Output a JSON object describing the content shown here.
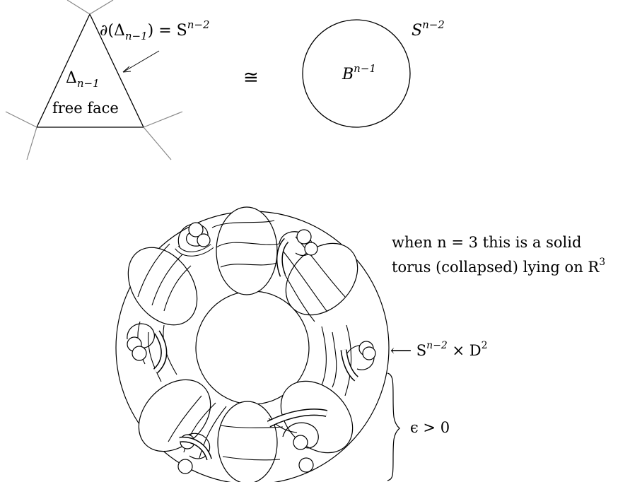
{
  "top": {
    "boundary_lhs": "∂(Δ",
    "boundary_lhs_sub": "n−1",
    "boundary_mid": ") = S",
    "boundary_sup": "n−2",
    "simplex_label": "Δ",
    "simplex_sub": "n−1",
    "free_face": "free face",
    "homeo_symbol": "≅",
    "ball_label": "B",
    "ball_sup": "n−1",
    "sphere_label": "S",
    "sphere_sup": "n−2"
  },
  "bottom": {
    "note_line1": "when n = 3 this is a solid",
    "note_line2_a": "torus (collapsed) lying on R",
    "note_line2_sup": "3",
    "arrow_text_a": "⟵ S",
    "arrow_text_sup1": "n−2",
    "arrow_text_b": " × D",
    "arrow_text_sup2": "2",
    "epsilon_label": "ϵ > 0"
  },
  "colors": {
    "ink": "#000000",
    "grey_edges": "#888888"
  }
}
